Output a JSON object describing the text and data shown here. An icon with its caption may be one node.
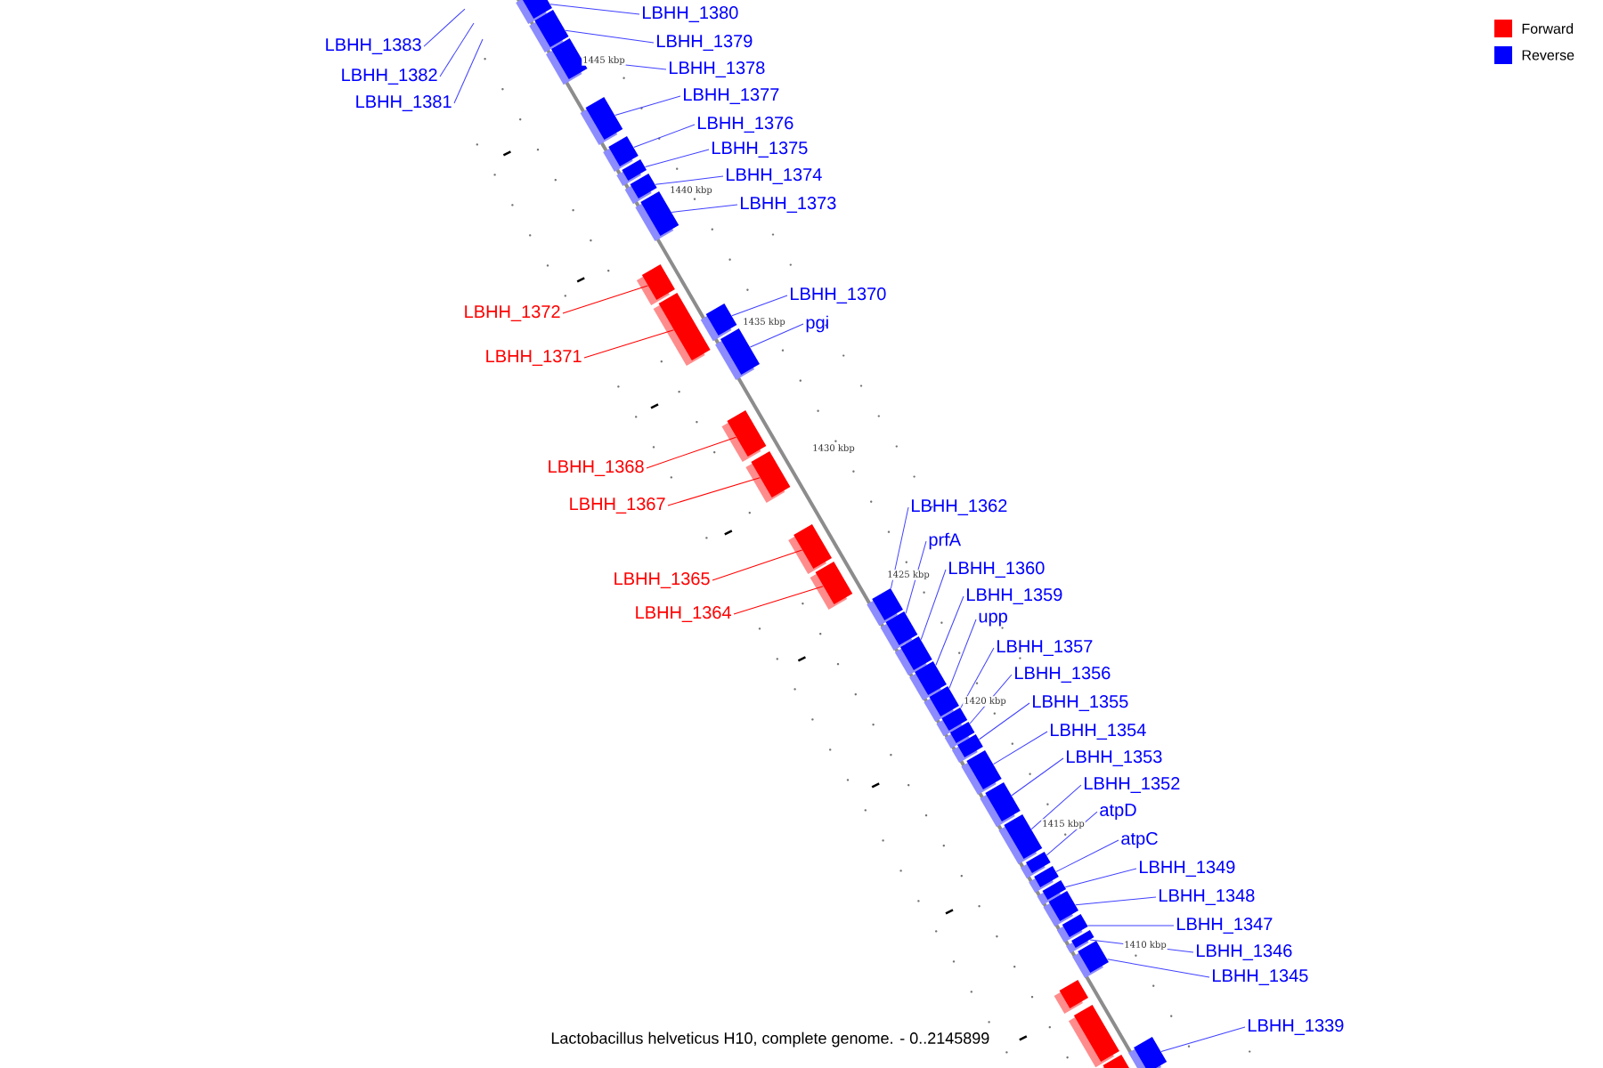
{
  "diagram": {
    "caption": "Lactobacillus helveticus H10, complete genome. - 0..2145899",
    "nodes": [
      {
        "text": [
          "LBHH_1380"
        ]
      },
      {
        "text": [
          "LBHH_1379"
        ]
      },
      {
        "text": [
          "LBHH_1383"
        ]
      },
      {
        "text": [
          "LBHH_1378"
        ]
      },
      {
        "text": [
          "LBHH_1382"
        ]
      },
      {
        "text": [
          "LBHH_1377"
        ]
      },
      {
        "text": [
          "LBHH_1381"
        ]
      },
      {
        "text": [
          "LBHH_1376"
        ]
      },
      {
        "text": [
          "LBHH_1375"
        ]
      },
      {
        "text": [
          "LBHH_1374"
        ]
      },
      {
        "text": [
          "LBHH_1373"
        ]
      },
      {
        "text": [
          "LBHH_1370"
        ]
      },
      {
        "text": [
          "LBHH_1372"
        ]
      },
      {
        "text": [
          "pgi"
        ]
      },
      {
        "text": [
          "LBHH_1371"
        ]
      },
      {
        "text": [
          "LBHH_1368"
        ]
      },
      {
        "text": [
          "LBHH_1367"
        ]
      },
      {
        "text": [
          "LBHH_1362"
        ]
      },
      {
        "text": [
          "prfA"
        ]
      },
      {
        "text": [
          "LBHH_1360"
        ]
      },
      {
        "text": [
          "LBHH_1365"
        ]
      },
      {
        "text": [
          "LBHH_1359"
        ]
      },
      {
        "text": [
          "LBHH_1364"
        ]
      },
      {
        "text": [
          "upp"
        ]
      },
      {
        "text": [
          "LBHH_1357"
        ]
      },
      {
        "text": [
          "LBHH_1356"
        ]
      },
      {
        "text": [
          "LBHH_1355"
        ]
      },
      {
        "text": [
          "LBHH_1354"
        ]
      },
      {
        "text": [
          "LBHH_1353"
        ]
      },
      {
        "text": [
          "LBHH_1352"
        ]
      },
      {
        "text": [
          "atpD"
        ]
      },
      {
        "text": [
          "atpC"
        ]
      },
      {
        "text": [
          "LBHH_1349"
        ]
      },
      {
        "text": [
          "LBHH_1348"
        ]
      },
      {
        "text": [
          "LBHH_1347"
        ]
      },
      {
        "text": [
          "LBHH_1346"
        ]
      },
      {
        "text": [
          "LBHH_1345"
        ]
      },
      {
        "text": [
          "LBHH_1339"
        ]
      },
      {
        "text": [],
        "shape": "box"
      },
      {
        "text": [],
        "shape": "box"
      },
      {
        "text": [],
        "shape": "box"
      },
      {
        "text": [],
        "shape": "box"
      },
      {
        "text": [],
        "shape": "box"
      },
      {
        "text": [],
        "shape": "box"
      },
      {
        "text": [],
        "shape": "box"
      },
      {
        "text": [],
        "shape": "box"
      },
      {
        "text": [],
        "shape": "box"
      },
      {
        "text": [],
        "shape": "box"
      },
      {
        "text": [],
        "shape": "box"
      },
      {
        "text": [],
        "shape": "box"
      },
      {
        "text": [],
        "shape": "box"
      },
      {
        "text": [],
        "shape": "box"
      },
      {
        "text": [],
        "shape": "box"
      },
      {
        "text": [],
        "shape": "box"
      },
      {
        "text": [],
        "shape": "box"
      },
      {
        "text": [],
        "shape": "box"
      },
      {
        "text": [],
        "shape": "box"
      },
      {
        "text": [],
        "shape": "box"
      },
      {
        "text": [],
        "shape": "box"
      },
      {
        "text": [],
        "shape": "box"
      },
      {
        "text": [],
        "shape": "box"
      },
      {
        "text": [],
        "shape": "box"
      },
      {
        "text": [],
        "shape": "box"
      },
      {
        "text": [],
        "shape": "box"
      },
      {
        "text": [],
        "shape": "box"
      },
      {
        "text": [],
        "shape": "box"
      },
      {
        "text": [],
        "shape": "box"
      },
      {
        "text": [],
        "shape": "box"
      },
      {
        "text": [],
        "shape": "box"
      },
      {
        "text": [],
        "shape": "box"
      },
      {
        "text": [],
        "shape": "box"
      },
      {
        "text": [],
        "shape": "box"
      },
      {
        "text": [],
        "shape": "box"
      },
      {
        "text": [],
        "shape": "box"
      },
      {
        "text": [],
        "shape": "box"
      },
      {
        "text": [],
        "shape": "box"
      }
    ],
    "edges": [
      {
        "from": 0,
        "to": 38,
        "arrow": "none"
      },
      {
        "from": 1,
        "to": 39,
        "arrow": "none"
      },
      {
        "from": 2,
        "to": null,
        "arrow": "none"
      },
      {
        "from": 3,
        "to": 40,
        "arrow": "none"
      },
      {
        "from": 4,
        "to": null,
        "arrow": "none"
      },
      {
        "from": 5,
        "to": 41,
        "arrow": "none"
      },
      {
        "from": 6,
        "to": null,
        "arrow": "none"
      },
      {
        "from": 7,
        "to": 42,
        "arrow": "none"
      },
      {
        "from": 8,
        "to": 43,
        "arrow": "none"
      },
      {
        "from": 9,
        "to": 44,
        "arrow": "none"
      },
      {
        "from": 10,
        "to": 45,
        "arrow": "none"
      },
      {
        "from": 11,
        "to": 48,
        "arrow": "none"
      },
      {
        "from": 12,
        "to": 46,
        "arrow": "none",
        "color": "#ff0000"
      },
      {
        "from": 13,
        "to": 49,
        "arrow": "none"
      },
      {
        "from": 14,
        "to": 47,
        "arrow": "none",
        "color": "#ff0000"
      },
      {
        "from": 15,
        "to": 50,
        "arrow": "none",
        "color": "#ff0000"
      },
      {
        "from": 16,
        "to": 51,
        "arrow": "none",
        "color": "#ff0000"
      },
      {
        "from": 17,
        "to": 54,
        "arrow": "none"
      },
      {
        "from": 18,
        "to": 55,
        "arrow": "none"
      },
      {
        "from": 19,
        "to": 56,
        "arrow": "none"
      },
      {
        "from": 20,
        "to": 52,
        "arrow": "none",
        "color": "#ff0000"
      },
      {
        "from": 21,
        "to": 57,
        "arrow": "none"
      },
      {
        "from": 22,
        "to": 53,
        "arrow": "none",
        "color": "#ff0000"
      },
      {
        "from": 23,
        "to": 58,
        "arrow": "none"
      },
      {
        "from": 24,
        "to": 59,
        "arrow": "none"
      },
      {
        "from": 25,
        "to": 60,
        "arrow": "none"
      },
      {
        "from": 26,
        "to": 61,
        "arrow": "none"
      },
      {
        "from": 27,
        "to": 62,
        "arrow": "none"
      },
      {
        "from": 28,
        "to": 63,
        "arrow": "none"
      },
      {
        "from": 29,
        "to": 64,
        "arrow": "none"
      },
      {
        "from": 30,
        "to": 65,
        "arrow": "none"
      },
      {
        "from": 31,
        "to": 66,
        "arrow": "none"
      },
      {
        "from": 32,
        "to": 67,
        "arrow": "none"
      },
      {
        "from": 33,
        "to": 68,
        "arrow": "none"
      },
      {
        "from": 34,
        "to": 69,
        "arrow": "none"
      },
      {
        "from": 35,
        "to": 70,
        "arrow": "none"
      },
      {
        "from": 36,
        "to": 71,
        "arrow": "none"
      },
      {
        "from": 37,
        "to": 75,
        "arrow": "none"
      }
    ],
    "labels": [
      "1445 kbp",
      "1440 kbp",
      "1435 kbp",
      "1430 kbp",
      "1425 kbp",
      "1420 kbp",
      "1415 kbp",
      "1410 kbp"
    ],
    "legend": [
      {
        "text": "Forward",
        "color": "#ff0000"
      },
      {
        "text": "Reverse",
        "color": "#0000ff"
      }
    ]
  }
}
